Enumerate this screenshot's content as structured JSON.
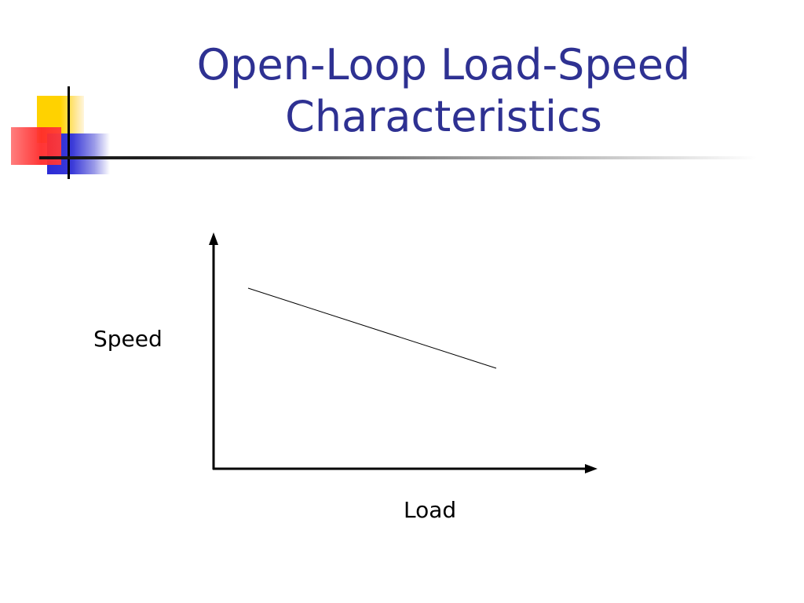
{
  "slide": {
    "title_line1": "Open-Loop Load-Speed",
    "title_line2": "Characteristics",
    "title_color": "#2e3192"
  },
  "diagram": {
    "ylabel": "Speed",
    "xlabel": "Load"
  },
  "colors": {
    "logo_yellow": "#ffd200",
    "logo_red": "#ff2a2a",
    "logo_blue": "#2b2bd6"
  }
}
